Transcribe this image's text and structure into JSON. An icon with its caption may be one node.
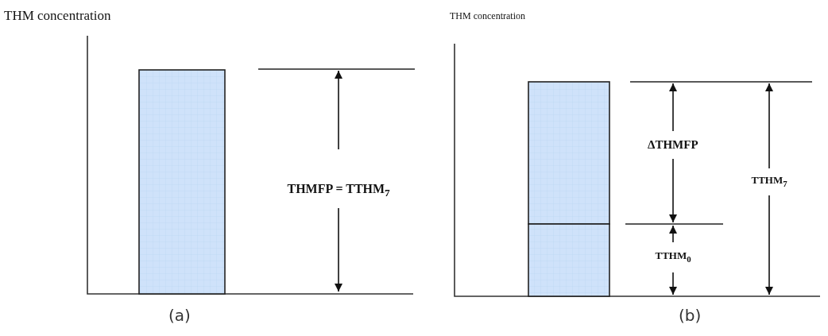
{
  "diagram": {
    "labels": [
      "THM concentration",
      "THMFP = TTHM$_{7}$",
      "(a)",
      "THM concentration",
      "ΔTHMFP",
      "TTHM$_{7}$",
      "TTHM$_{0}$",
      "(b)"
    ]
  }
}
